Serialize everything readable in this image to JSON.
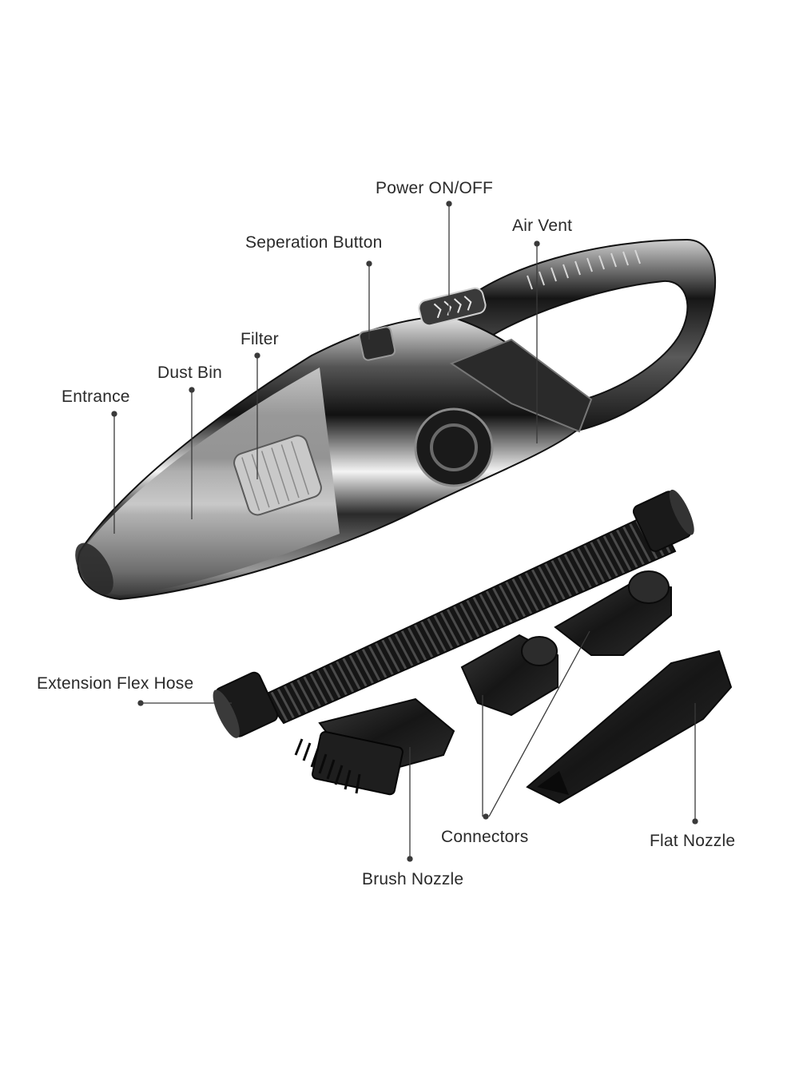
{
  "colors": {
    "background": "#ffffff",
    "body_dark": "#1c1c1c",
    "body_chrome": "#8a8a8a",
    "body_highlight": "#f2f2f2",
    "dust_bin_clear": "#b9b9b9",
    "accessory": "#1e1e1e",
    "callout_line": "#3a3a3a",
    "label_text": "#2a2a2a"
  },
  "icons": [
    "handheld-vacuum-illustration",
    "flex-hose-illustration",
    "brush-nozzle-illustration",
    "connector-illustration",
    "flat-nozzle-illustration"
  ],
  "labels": {
    "power": "Power ON/OFF",
    "air_vent": "Air Vent",
    "separation_button": "Seperation Button",
    "filter": "Filter",
    "dust_bin": "Dust Bin",
    "entrance": "Entrance",
    "extension_hose": "Extension Flex Hose",
    "connectors": "Connectors",
    "flat_nozzle": "Flat Nozzle",
    "brush_nozzle": "Brush Nozzle"
  }
}
